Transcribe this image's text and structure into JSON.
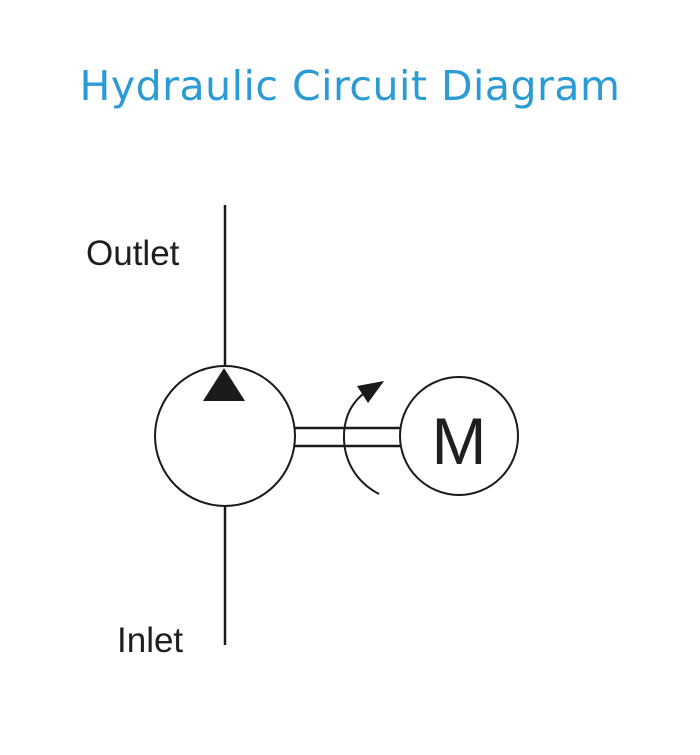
{
  "title": "Hydraulic Circuit Diagram",
  "colors": {
    "title": "#2a9bd4",
    "line": "#1a1a1a",
    "background": "#ffffff"
  },
  "labels": {
    "outlet": "Outlet",
    "inlet": "Inlet",
    "motor": "M"
  },
  "icons": {
    "pump": "hydraulic-pump-symbol",
    "motor": "electric-motor-symbol",
    "rotation": "rotation-arrow"
  }
}
